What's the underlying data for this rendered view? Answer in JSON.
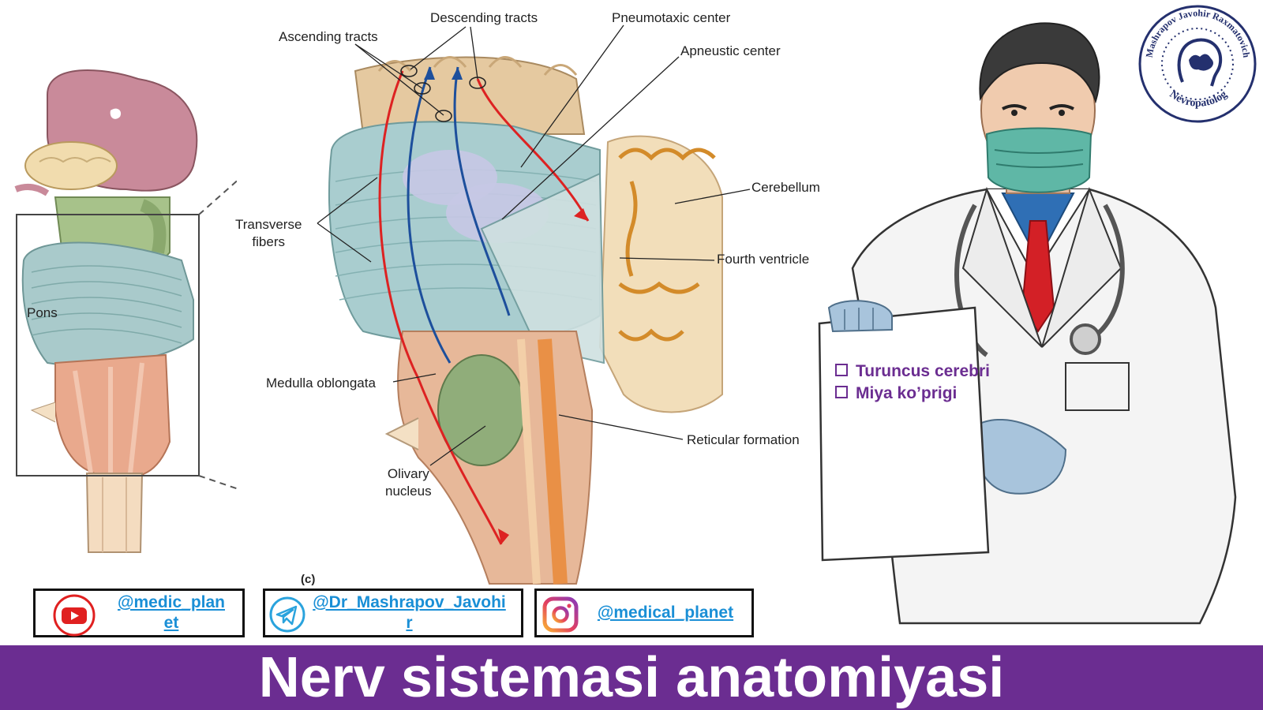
{
  "labels": {
    "descending_tracts": "Descending tracts",
    "ascending_tracts": "Ascending tracts",
    "pneumotaxic_center": "Pneumotaxic center",
    "apneustic_center": "Apneustic center",
    "cerebellum": "Cerebellum",
    "transverse_fibers_1": "Transverse",
    "transverse_fibers_2": "fibers",
    "fourth_ventricle": "Fourth ventricle",
    "pons": "Pons",
    "medulla_oblongata": "Medulla oblongata",
    "reticular_formation": "Reticular formation",
    "olivary_nucleus_1": "Olivary",
    "olivary_nucleus_2": "nucleus",
    "figure_part": "(c)"
  },
  "paper_items": [
    "Turuncus cerebri",
    "Miya ko’prigi"
  ],
  "social": {
    "youtube_line1": "@medic_plan",
    "youtube_line2": "et",
    "telegram_line1": "@Dr_Mashrapov_Javohi",
    "telegram_line2": "r",
    "instagram": "@medical_planet"
  },
  "seal": {
    "name": "Mashrapov Javohir Raxmatovich",
    "role": "Nevropatolog"
  },
  "banner": {
    "title": "Nerv sistemasi anatomiyasi"
  },
  "colors": {
    "banner": "#6b2d91",
    "link": "#1a8fd6",
    "youtube": "#e02020",
    "telegram": "#2aa3dd",
    "seal": "#24306e"
  },
  "icons": [
    "youtube-icon",
    "telegram-icon",
    "instagram-icon",
    "brain-head-icon",
    "checkbox-icon"
  ]
}
